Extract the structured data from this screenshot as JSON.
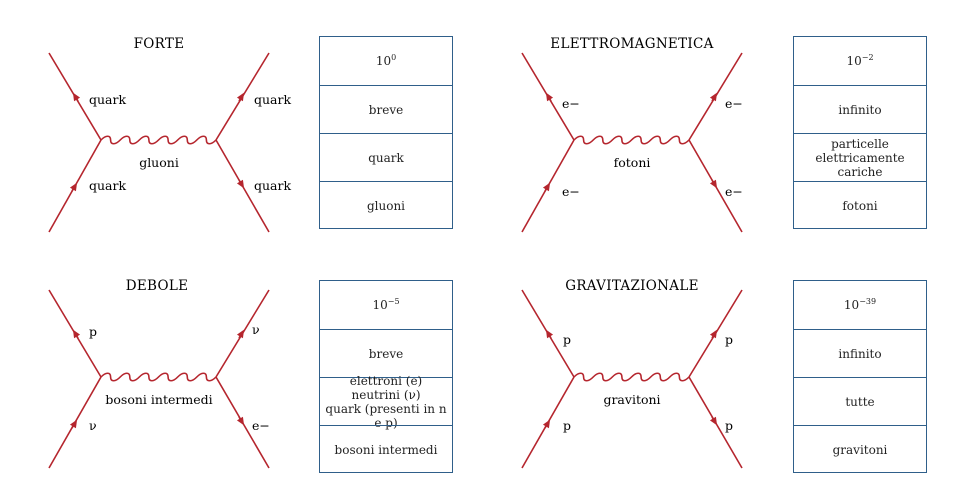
{
  "colors": {
    "line": "#b5262e",
    "box_border": "#2f5f8a",
    "text": "#222222"
  },
  "forces": [
    {
      "title": "FORTE",
      "labels": {
        "top_left": "quark",
        "bottom_left": "quark",
        "top_right": "quark",
        "bottom_right": "quark",
        "boson": "gluoni"
      },
      "intensity": {
        "base": "10",
        "exp": "0"
      },
      "range": "breve",
      "acts_on": [
        "quark"
      ],
      "mediator": "gluoni"
    },
    {
      "title": "ELETTROMAGNETICA",
      "labels": {
        "top_left": "e−",
        "bottom_left": "e−",
        "top_right": "e−",
        "bottom_right": "e−",
        "boson": "fotoni"
      },
      "intensity": {
        "base": "10",
        "exp": "−2"
      },
      "range": "infinito",
      "acts_on": [
        "particelle",
        "elettricamente",
        "cariche"
      ],
      "mediator": "fotoni"
    },
    {
      "title": "DEBOLE",
      "labels": {
        "top_left": "p",
        "bottom_left": "ν",
        "top_right": "ν",
        "bottom_right": "e−",
        "boson": "bosoni intermedi"
      },
      "intensity": {
        "base": "10",
        "exp": "−5"
      },
      "range": "breve",
      "acts_on": [
        "elettroni (e)",
        "neutrini (ν)",
        "quark (presenti in n e p)"
      ],
      "mediator": "bosoni intermedi"
    },
    {
      "title": "GRAVITAZIONALE",
      "labels": {
        "top_left": "p",
        "bottom_left": "p",
        "top_right": "p",
        "bottom_right": "p",
        "boson": "gravitoni"
      },
      "intensity": {
        "base": "10",
        "exp": "−39"
      },
      "range": "infinito",
      "acts_on": [
        "tutte"
      ],
      "mediator": "gravitoni"
    }
  ]
}
